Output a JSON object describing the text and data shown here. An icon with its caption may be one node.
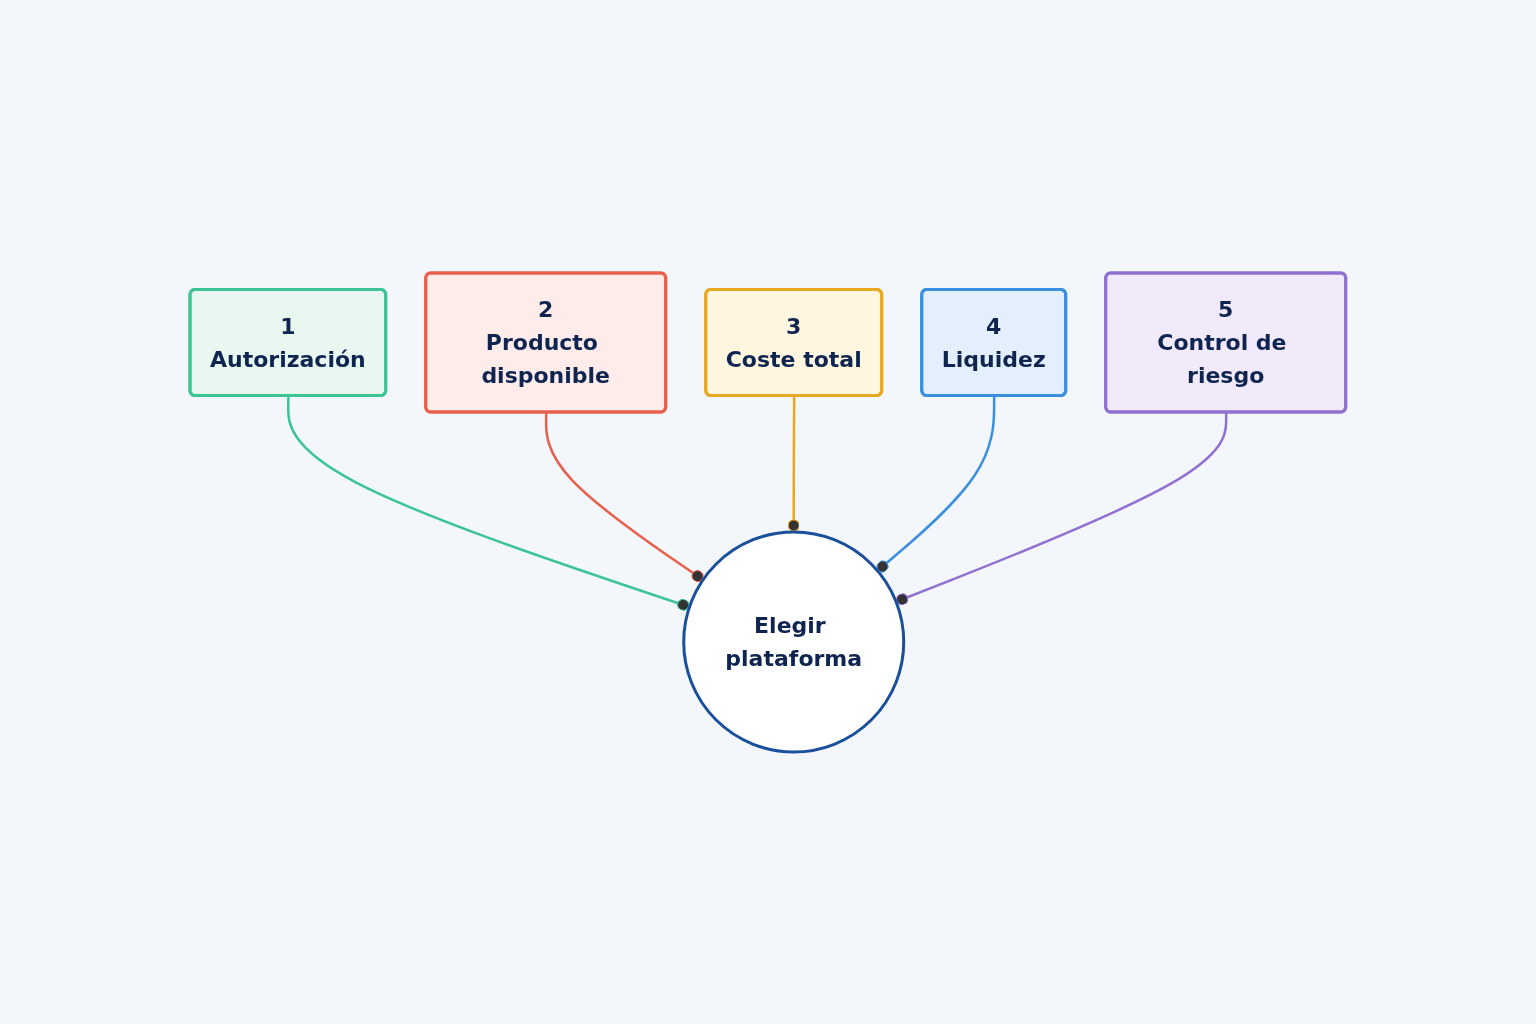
{
  "diagram": {
    "nodes": [
      {
        "text": [
          "Elegir plataforma"
        ]
      },
      {
        "text": [
          "1",
          "Autorización"
        ]
      },
      {
        "text": [
          "2",
          "Producto disponible"
        ]
      },
      {
        "text": [
          "3",
          "Coste total"
        ]
      },
      {
        "text": [
          "4",
          "Liquidez"
        ]
      },
      {
        "text": [
          "5",
          "Control de riesgo"
        ]
      }
    ],
    "edges": [
      {
        "from": 1,
        "to": 0,
        "arrow": "other",
        "color": "#3cc494"
      },
      {
        "from": 2,
        "to": 0,
        "arrow": "other",
        "color": "#e8604c"
      },
      {
        "from": 3,
        "to": 0,
        "arrow": "other",
        "color": "#e8a820"
      },
      {
        "from": 4,
        "to": 0,
        "arrow": "other",
        "color": "#3b8fe0"
      },
      {
        "from": 5,
        "to": 0,
        "arrow": "other",
        "color": "#9070d0"
      }
    ]
  }
}
